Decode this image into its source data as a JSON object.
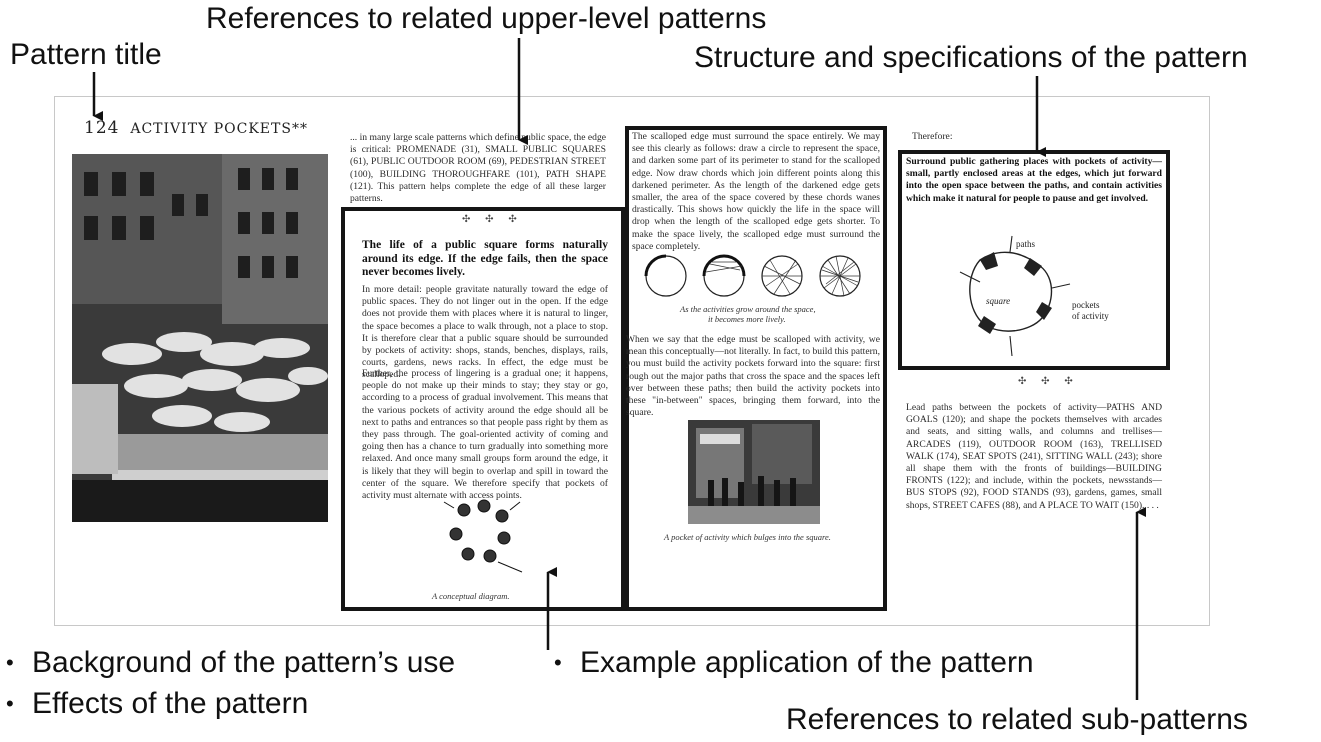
{
  "callouts": {
    "pattern_title": "Pattern title",
    "upper_refs": "References to related upper-level patterns",
    "structure": "Structure and specifications of the pattern",
    "background": "Background of the pattern’s use",
    "effects": "Effects of the pattern",
    "example": "Example application of the pattern",
    "sub_refs": "References to related sub-patterns"
  },
  "page": {
    "title_number": "124",
    "title_text": "ACTIVITY POCKETS**",
    "intro": "... in many large scale patterns which define public space, the edge is critical: PROMENADE (31), SMALL PUBLIC SQUARES (61), PUBLIC OUTDOOR ROOM (69), PEDESTRIAN STREET (100), BUILDING THOROUGHFARE (101), PATH SHAPE (121). This pattern helps complete the edge of all these larger patterns.",
    "stars": "✣ ✣ ✣",
    "problem": "The life of a public square forms naturally around its edge. If the edge fails, then the space never becomes lively.",
    "body1": "In more detail: people gravitate naturally toward the edge of public spaces. They do not linger out in the open. If the edge does not provide them with places where it is natural to linger, the space becomes a place to walk through, not a place to stop. It is therefore clear that a public square should be surrounded by pockets of activity: shops, stands, benches, displays, rails, courts, gardens, news racks. In effect, the edge must be scalloped.",
    "body2": "Further, the process of lingering is a gradual one; it happens, people do not make up their minds to stay; they stay or go, according to a process of gradual involvement. This means that the various pockets of activity around the edge should all be next to paths and entrances so that people pass right by them as they pass through. The goal-oriented activity of coming and going then has a chance to turn gradually into something more relaxed. And once many small groups form around the edge, it is likely that they will begin to overlap and spill in toward the center of the square. We therefore specify that pockets of activity must alternate with access points.",
    "caption_conceptual": "A conceptual diagram.",
    "body3": "The scalloped edge must surround the space entirely. We may see this clearly as follows: draw a circle to represent the space, and darken some part of its perimeter to stand for the scalloped edge. Now draw chords which join different points along this darkened perimeter. As the length of the darkened edge gets smaller, the area of the space covered by these chords wanes drastically. This shows how quickly the life in the space will drop when the length of the scalloped edge gets shorter. To make the space lively, the scalloped edge must surround the space completely.",
    "caption_circles_1": "As the activities grow around the space,",
    "caption_circles_2": "it becomes more lively.",
    "body4": "When we say that the edge must be scalloped with activity, we mean this conceptually—not literally. In fact, to build this pattern, you must build the activity pockets forward into the square: first rough out the major paths that cross the space and the spaces left over between these paths; then build the activity pockets into these \"in-between\" spaces, bringing them forward, into the square.",
    "caption_photo": "A pocket of activity which bulges into the square.",
    "therefore": "Therefore:",
    "solution": "Surround public gathering places with pockets of activity—small, partly enclosed areas at the edges, which jut forward into the open space between the paths, and contain activities which make it natural for people to pause and get involved.",
    "sketch_paths": "paths",
    "sketch_square": "square",
    "sketch_pockets_1": "pockets",
    "sketch_pockets_2": "of activity",
    "subrefs": "Lead paths between the pockets of activity—PATHS AND GOALS (120); and shape the pockets themselves with arcades and seats, and sitting walls, and columns and trellises—ARCADES (119), OUTDOOR ROOM (163), TRELLISED WALK (174), SEAT SPOTS (241), SITTING WALL (243); shore all shape them with the fronts of buildings—BUILDING FRONTS (122); and include, within the pockets, newsstands—BUS STOPS (92), FOOD STANDS (93), gardens, games, small shops, STREET CAFES (88), and A PLACE TO WAIT (150). . . ."
  }
}
